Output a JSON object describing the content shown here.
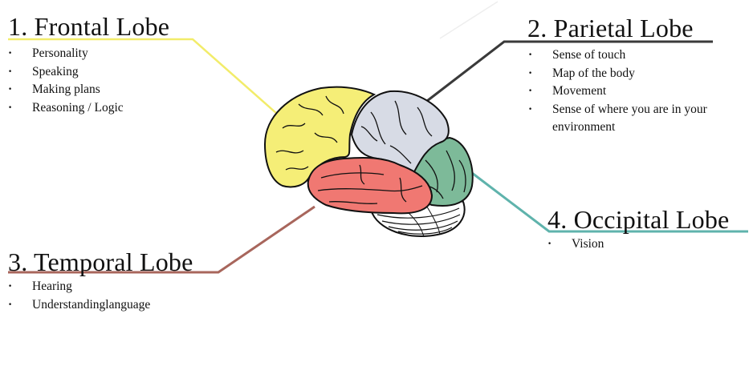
{
  "lobes": [
    {
      "title": "1. Frontal Lobe",
      "color": "#f5ee77",
      "items": [
        "Personality",
        "Speaking",
        "Making plans",
        "Reasoning / Logic"
      ]
    },
    {
      "title": "2. Parietal Lobe",
      "color": "#d7dbe5",
      "items": [
        "Sense of touch",
        "Map of the body",
        "Movement",
        "Sense of where you are in your environment"
      ]
    },
    {
      "title": "3. Temporal Lobe",
      "color": "#f07872",
      "items": [
        "Hearing",
        "Understandinglanguage"
      ]
    },
    {
      "title": "4. Occipital Lobe",
      "color": "#7dba99",
      "items": [
        "Vision"
      ]
    }
  ],
  "line_colors": {
    "frontal": "#f2ec6a",
    "parietal": "#3a3a3a",
    "temporal": "#a8665c",
    "occipital": "#5fb3ac"
  }
}
